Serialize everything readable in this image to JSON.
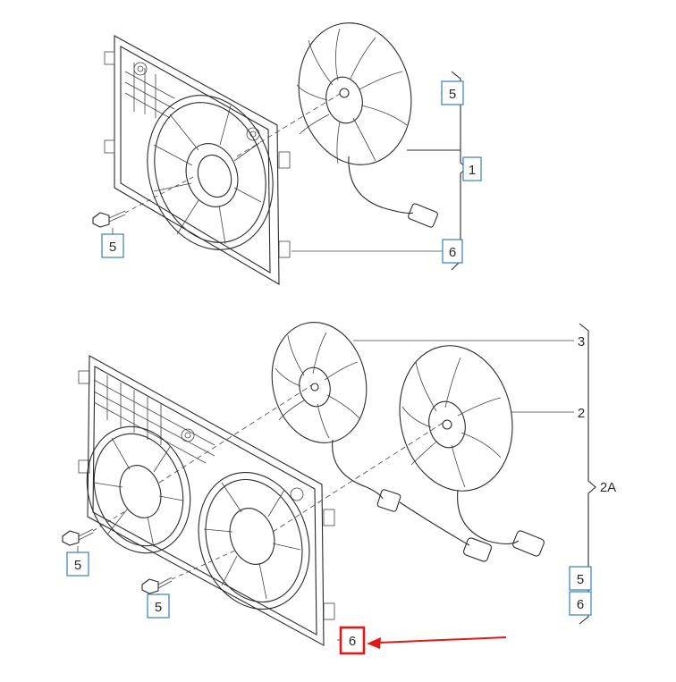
{
  "callouts": {
    "top_item_5_right": "5",
    "top_item_1": "1",
    "top_item_5_bolt": "5",
    "top_item_6": "6",
    "bottom_item_3": "3",
    "bottom_item_2": "2",
    "bottom_item_2A": "2A",
    "bottom_item_5_bolt_a": "5",
    "bottom_item_5_bolt_b": "5",
    "bottom_item_5_right": "5",
    "bottom_item_6_right": "6",
    "bottom_item_6_highlighted": "6"
  },
  "colors": {
    "line": "#2b2b2b",
    "callout_box_border": "#3a7fb5",
    "highlight": "#e01818"
  }
}
